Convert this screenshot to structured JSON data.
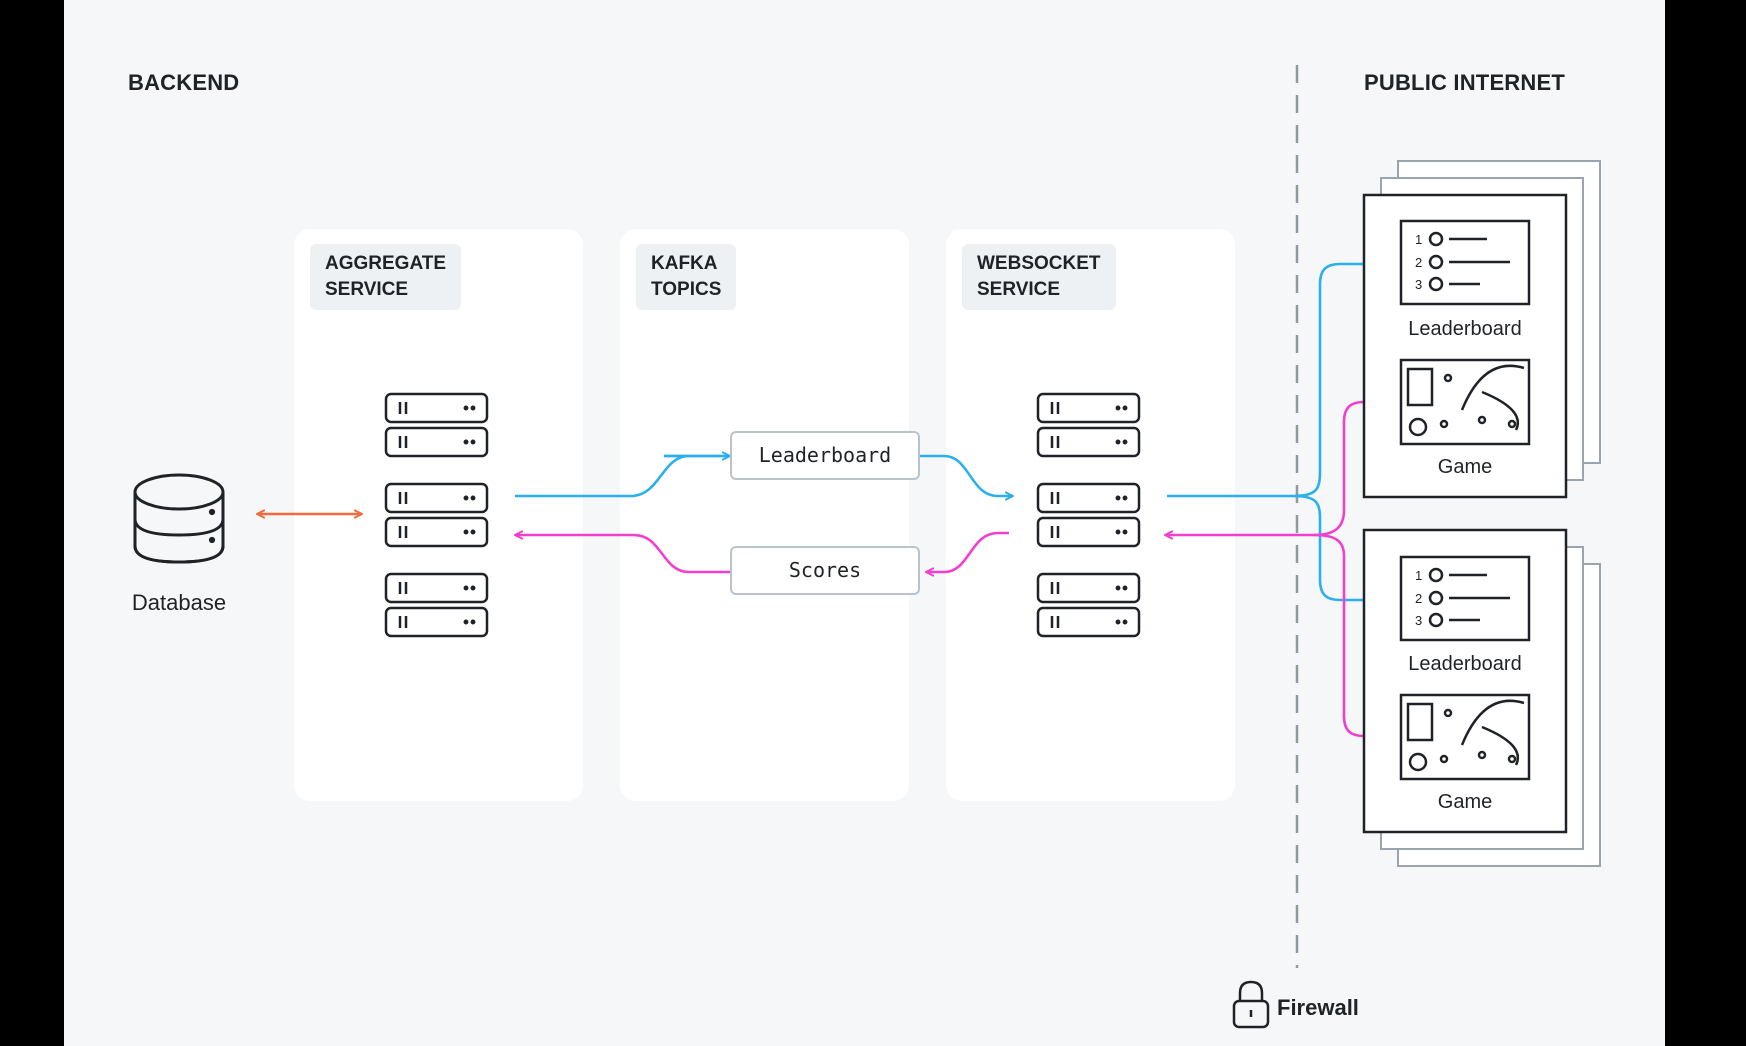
{
  "headings": {
    "backend": "BACKEND",
    "public_internet": "PUBLIC INTERNET"
  },
  "database": {
    "label": "Database"
  },
  "panels": [
    {
      "id": "aggregate",
      "line1": "AGGREGATE",
      "line2": "SERVICE"
    },
    {
      "id": "kafka",
      "line1": "KAFKA",
      "line2": "TOPICS"
    },
    {
      "id": "websocket",
      "line1": "WEBSOCKET",
      "line2": "SERVICE"
    }
  ],
  "topics": {
    "leaderboard": "Leaderboard",
    "scores": "Scores"
  },
  "clients": [
    {
      "leaderboard_label": "Leaderboard",
      "game_label": "Game",
      "ranks": [
        "1",
        "2",
        "3"
      ]
    },
    {
      "leaderboard_label": "Leaderboard",
      "game_label": "Game",
      "ranks": [
        "1",
        "2",
        "3"
      ]
    }
  ],
  "firewall": {
    "label": "Firewall"
  },
  "colors": {
    "leaderboard_flow": "#2bb0ec",
    "scores_flow": "#f23fd0",
    "database_link": "#f26b3a",
    "ink": "#1f2328",
    "firewall_line": "#8e99a4"
  }
}
